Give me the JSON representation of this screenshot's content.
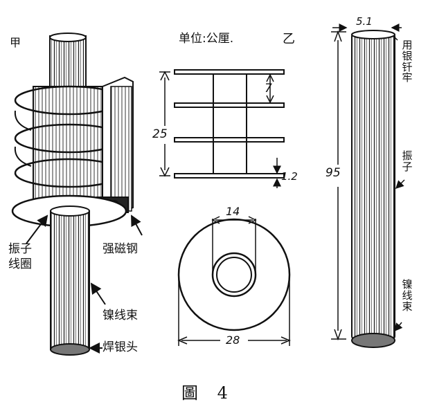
{
  "panel_a": {
    "marker": "甲",
    "labels": {
      "coil": [
        "振子",
        "线圈"
      ],
      "magnet": "强磁钢",
      "bundle": "镍线束",
      "tip": "焊银头"
    }
  },
  "panel_b": {
    "marker": "乙",
    "unit_note": "单位:公厘.",
    "dims": {
      "spacing": "7",
      "total_height": "25",
      "plate_thickness": "1.2",
      "inner_diameter": "14",
      "outer_diameter": "28"
    }
  },
  "panel_c": {
    "dims": {
      "diameter": "5.1",
      "length": "95"
    },
    "labels": {
      "weld": "用银钎牢",
      "rod": "振子",
      "bundle": "镍线束"
    }
  },
  "caption": "圖 4"
}
